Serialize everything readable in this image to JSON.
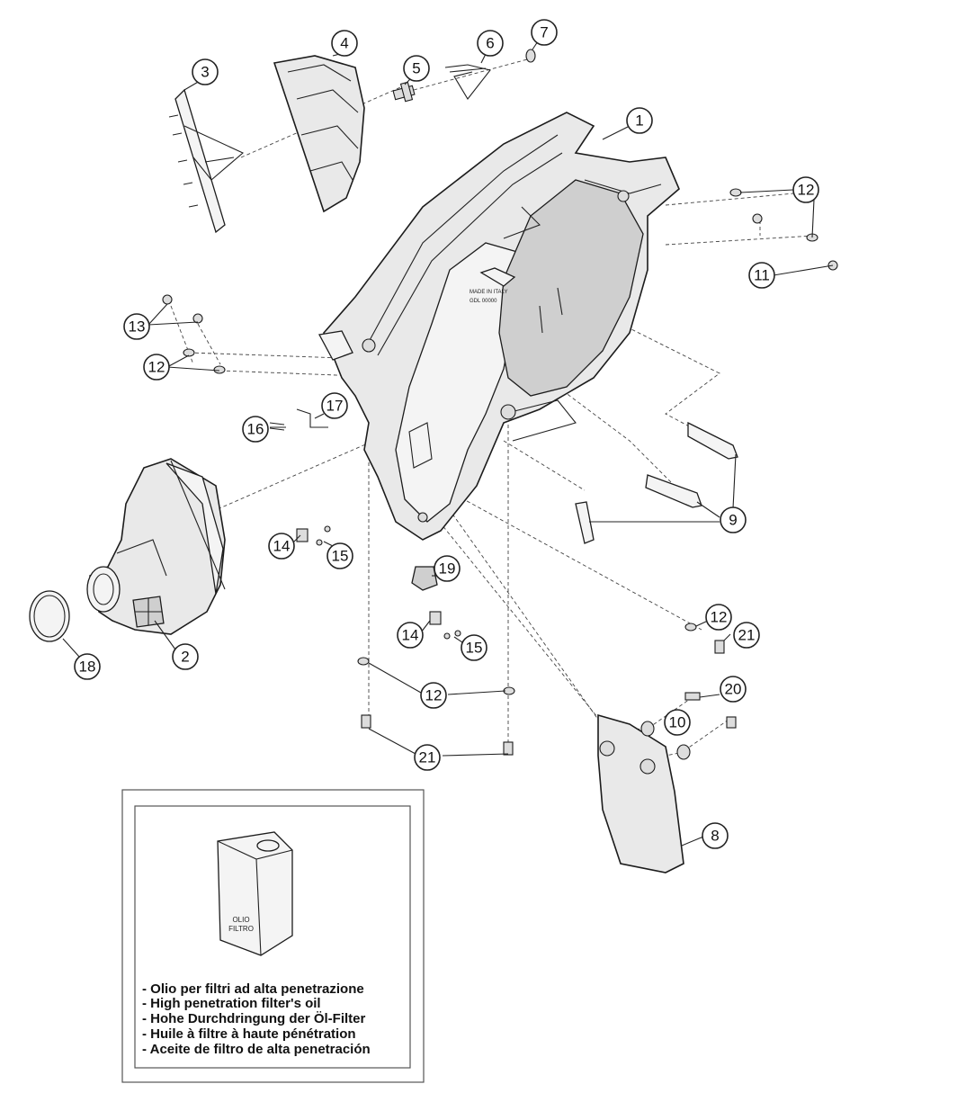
{
  "diagram": {
    "callouts": [
      "1",
      "2",
      "3",
      "4",
      "5",
      "6",
      "7",
      "8",
      "9",
      "10",
      "11",
      "12",
      "13",
      "14",
      "15",
      "16",
      "17",
      "18",
      "19",
      "20",
      "21"
    ],
    "repeated_callouts": {
      "c12b": "12",
      "c12c": "12",
      "c12d": "12",
      "c14b": "14",
      "c15b": "15",
      "c21b": "21"
    },
    "molded_text": [
      "MADE IN ITALY",
      "GDL 00000"
    ],
    "can_label": [
      "OLIO",
      "FILTRO"
    ],
    "legend_lines": [
      "- Olio per filtri ad alta penetrazione",
      "- High penetration filter's oil",
      "- Hohe Durchdringung der Öl-Filter",
      "- Huile à filtre à haute pénétration",
      "- Aceite de filtro de alta penetración"
    ]
  }
}
